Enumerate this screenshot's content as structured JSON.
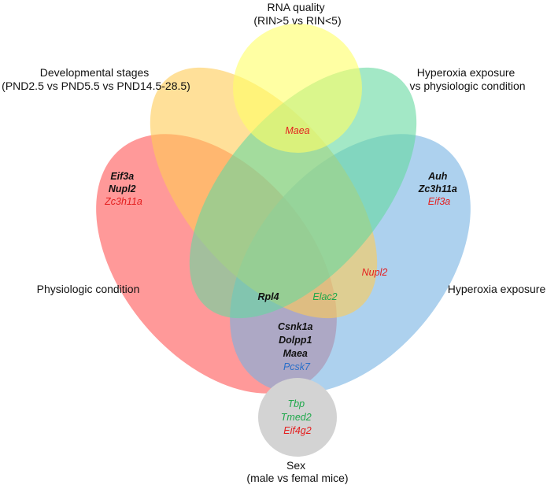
{
  "sets": {
    "rna_quality": {
      "label_lines": [
        "RNA quality",
        "(RIN>5 vs RIN<5)"
      ],
      "color": "#ffff66"
    },
    "developmental": {
      "label_lines": [
        "Developmental stages",
        "(PND2.5 vs PND5.5 vs PND14.5-28.5)"
      ],
      "color": "#ffcc55"
    },
    "hyperoxia_vs_phys": {
      "label_lines": [
        "Hyperoxia exposure",
        "vs physiologic condition"
      ],
      "color": "#66d9a0"
    },
    "physiologic": {
      "label_lines": [
        "Physiologic condition"
      ],
      "color": "#ff5555"
    },
    "hyperoxia": {
      "label_lines": [
        "Hyperoxia exposure"
      ],
      "color": "#77b3e3"
    },
    "sex": {
      "label_lines": [
        "Sex",
        "(male vs femal mice)"
      ],
      "color": "#d3d3d3"
    }
  },
  "regions": {
    "rna_dev_hyp": [
      {
        "text": "Maea",
        "style": "red"
      }
    ],
    "physiologic_only": [
      {
        "text": "Eif3a",
        "style": "black"
      },
      {
        "text": "Nupl2",
        "style": "black"
      },
      {
        "text": "Zc3h11a",
        "style": "red"
      }
    ],
    "hyperoxia_only": [
      {
        "text": "Auh",
        "style": "black"
      },
      {
        "text": "Zc3h11a",
        "style": "black"
      },
      {
        "text": "Eif3a",
        "style": "red"
      }
    ],
    "dev_hyperoxia": [
      {
        "text": "Nupl2",
        "style": "red"
      }
    ],
    "phys_dev_hyperoxia": [
      {
        "text": "Rpl4",
        "style": "black"
      }
    ],
    "phys_hyp_dev": [
      {
        "text": "Elac2",
        "style": "green"
      }
    ],
    "phys_hyperoxia": [
      {
        "text": "Csnk1a",
        "style": "black"
      },
      {
        "text": "Dolpp1",
        "style": "black"
      },
      {
        "text": "Maea",
        "style": "black"
      },
      {
        "text": "Pcsk7",
        "style": "blue"
      }
    ],
    "sex_only": [
      {
        "text": "Tbp",
        "style": "green"
      },
      {
        "text": "Tmed2",
        "style": "green"
      },
      {
        "text": "Eif4g2",
        "style": "red"
      }
    ]
  }
}
